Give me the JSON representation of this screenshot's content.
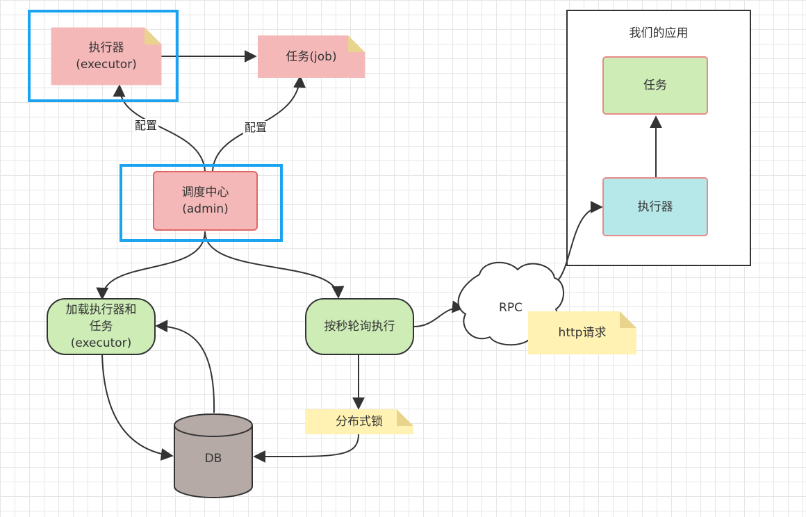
{
  "nodes": {
    "executor_note": "执行器\n(executor)",
    "job_note": "任务(job)",
    "admin": "调度中心\n(admin)",
    "load": "加载执行器和\n任务\n(executor)",
    "poll": "按秒轮询执行",
    "rpc": "RPC",
    "http_note": "http请求",
    "lock_note": "分布式锁",
    "db": "DB",
    "app_title": "我们的应用",
    "app_task": "任务",
    "app_executor": "执行器"
  },
  "edges": {
    "config_left": "配置",
    "config_right": "配置"
  },
  "colors": {
    "pink_fill": "#f5b8b8",
    "green_fill": "#cdecb6",
    "cyan_fill": "#b6e8ea",
    "note_fill": "#fff2b3",
    "highlight_border": "#1aa3f0",
    "db_fill": "#b5aaa6"
  }
}
